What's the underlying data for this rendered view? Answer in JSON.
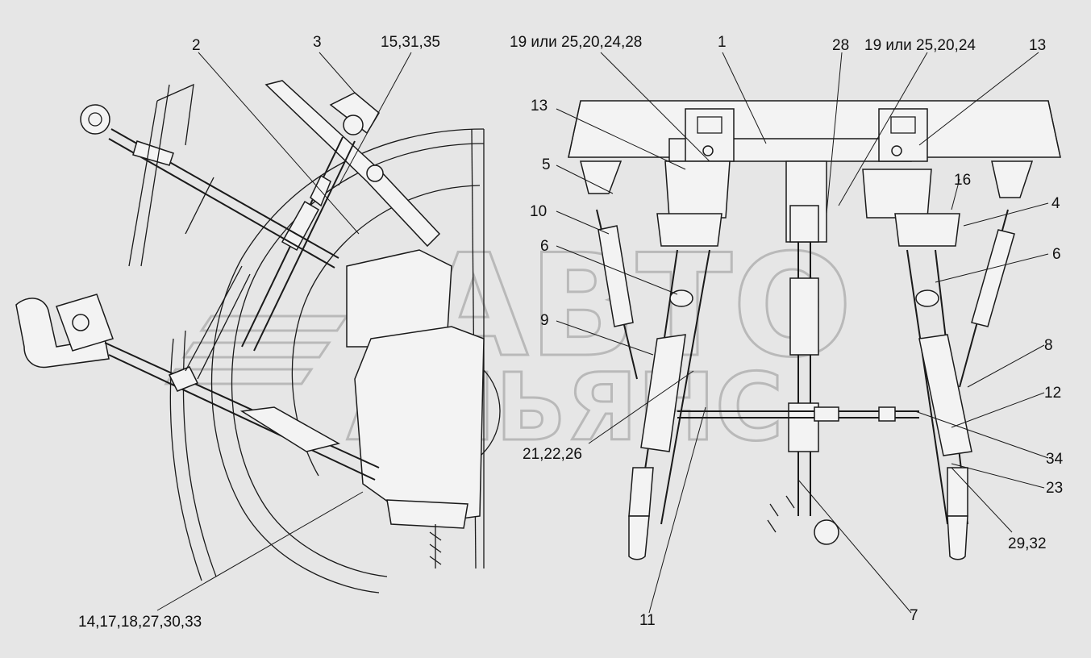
{
  "watermark": {
    "line1": "АВТО",
    "line2": "АЛЬЯНС"
  },
  "callouts": {
    "c2": "2",
    "c3": "3",
    "c15_31_35": "15,31,35",
    "c19_25_20_24_28": "19 или 25,20,24,28",
    "c1": "1",
    "c28": "28",
    "c19_25_20_24": "19 или 25,20,24",
    "c13_right": "13",
    "c13_left": "13",
    "c5": "5",
    "c10": "10",
    "c16": "16",
    "c4": "4",
    "c6_left": "6",
    "c6_right": "6",
    "c9": "9",
    "c8": "8",
    "c12": "12",
    "c34": "34",
    "c23": "23",
    "c21_22_26": "21,22,26",
    "c29_32": "29,32",
    "c11": "11",
    "c7": "7",
    "c14_17_18_27_30_33": "14,17,18,27,30,33"
  }
}
